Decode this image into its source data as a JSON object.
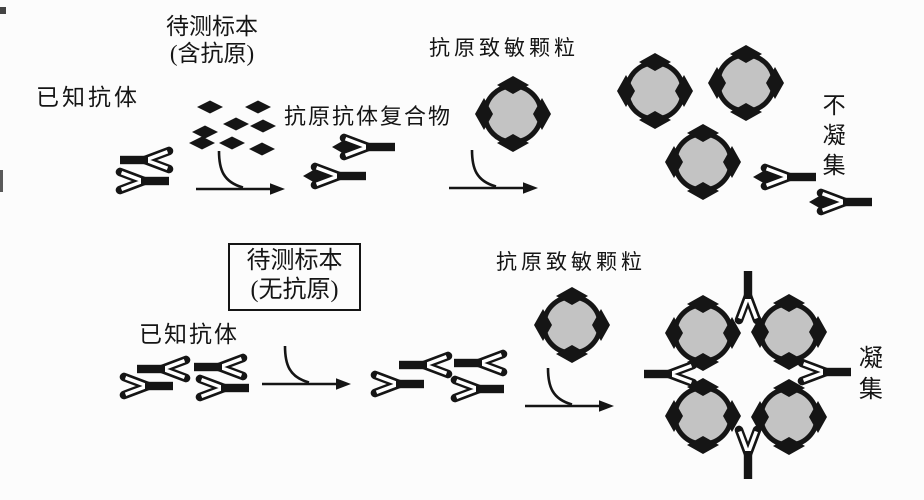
{
  "diagram": {
    "top_row": {
      "sample_label": {
        "line1": "待测标本",
        "line2": "(含抗原)"
      },
      "known_antibody_label": "已知抗体",
      "complex_label": "抗原抗体复合物",
      "sensitized_particle_label": "抗原致敏颗粒",
      "result_label": "不凝集"
    },
    "bottom_row": {
      "sample_label": {
        "line1": "待测标本",
        "line2": "(无抗原)"
      },
      "known_antibody_label": "已知抗体",
      "sensitized_particle_label": "抗原致敏颗粒",
      "result_label": "凝集"
    }
  },
  "icons": {
    "antibody": "y-shaped-antibody",
    "antigen": "black-diamond",
    "antigen_antibody_complex": "diamond-bound-in-antibody-fork",
    "sensitized_particle": "gray-circle-with-four-antigen-diamonds",
    "reaction_arrow": "right-arrow-with-drop-in-curve"
  },
  "colors": {
    "ink": "#151515",
    "particle_fill": "#c3c3c3",
    "background": "#fcfcfc",
    "fork_inner": "#ffffff"
  }
}
